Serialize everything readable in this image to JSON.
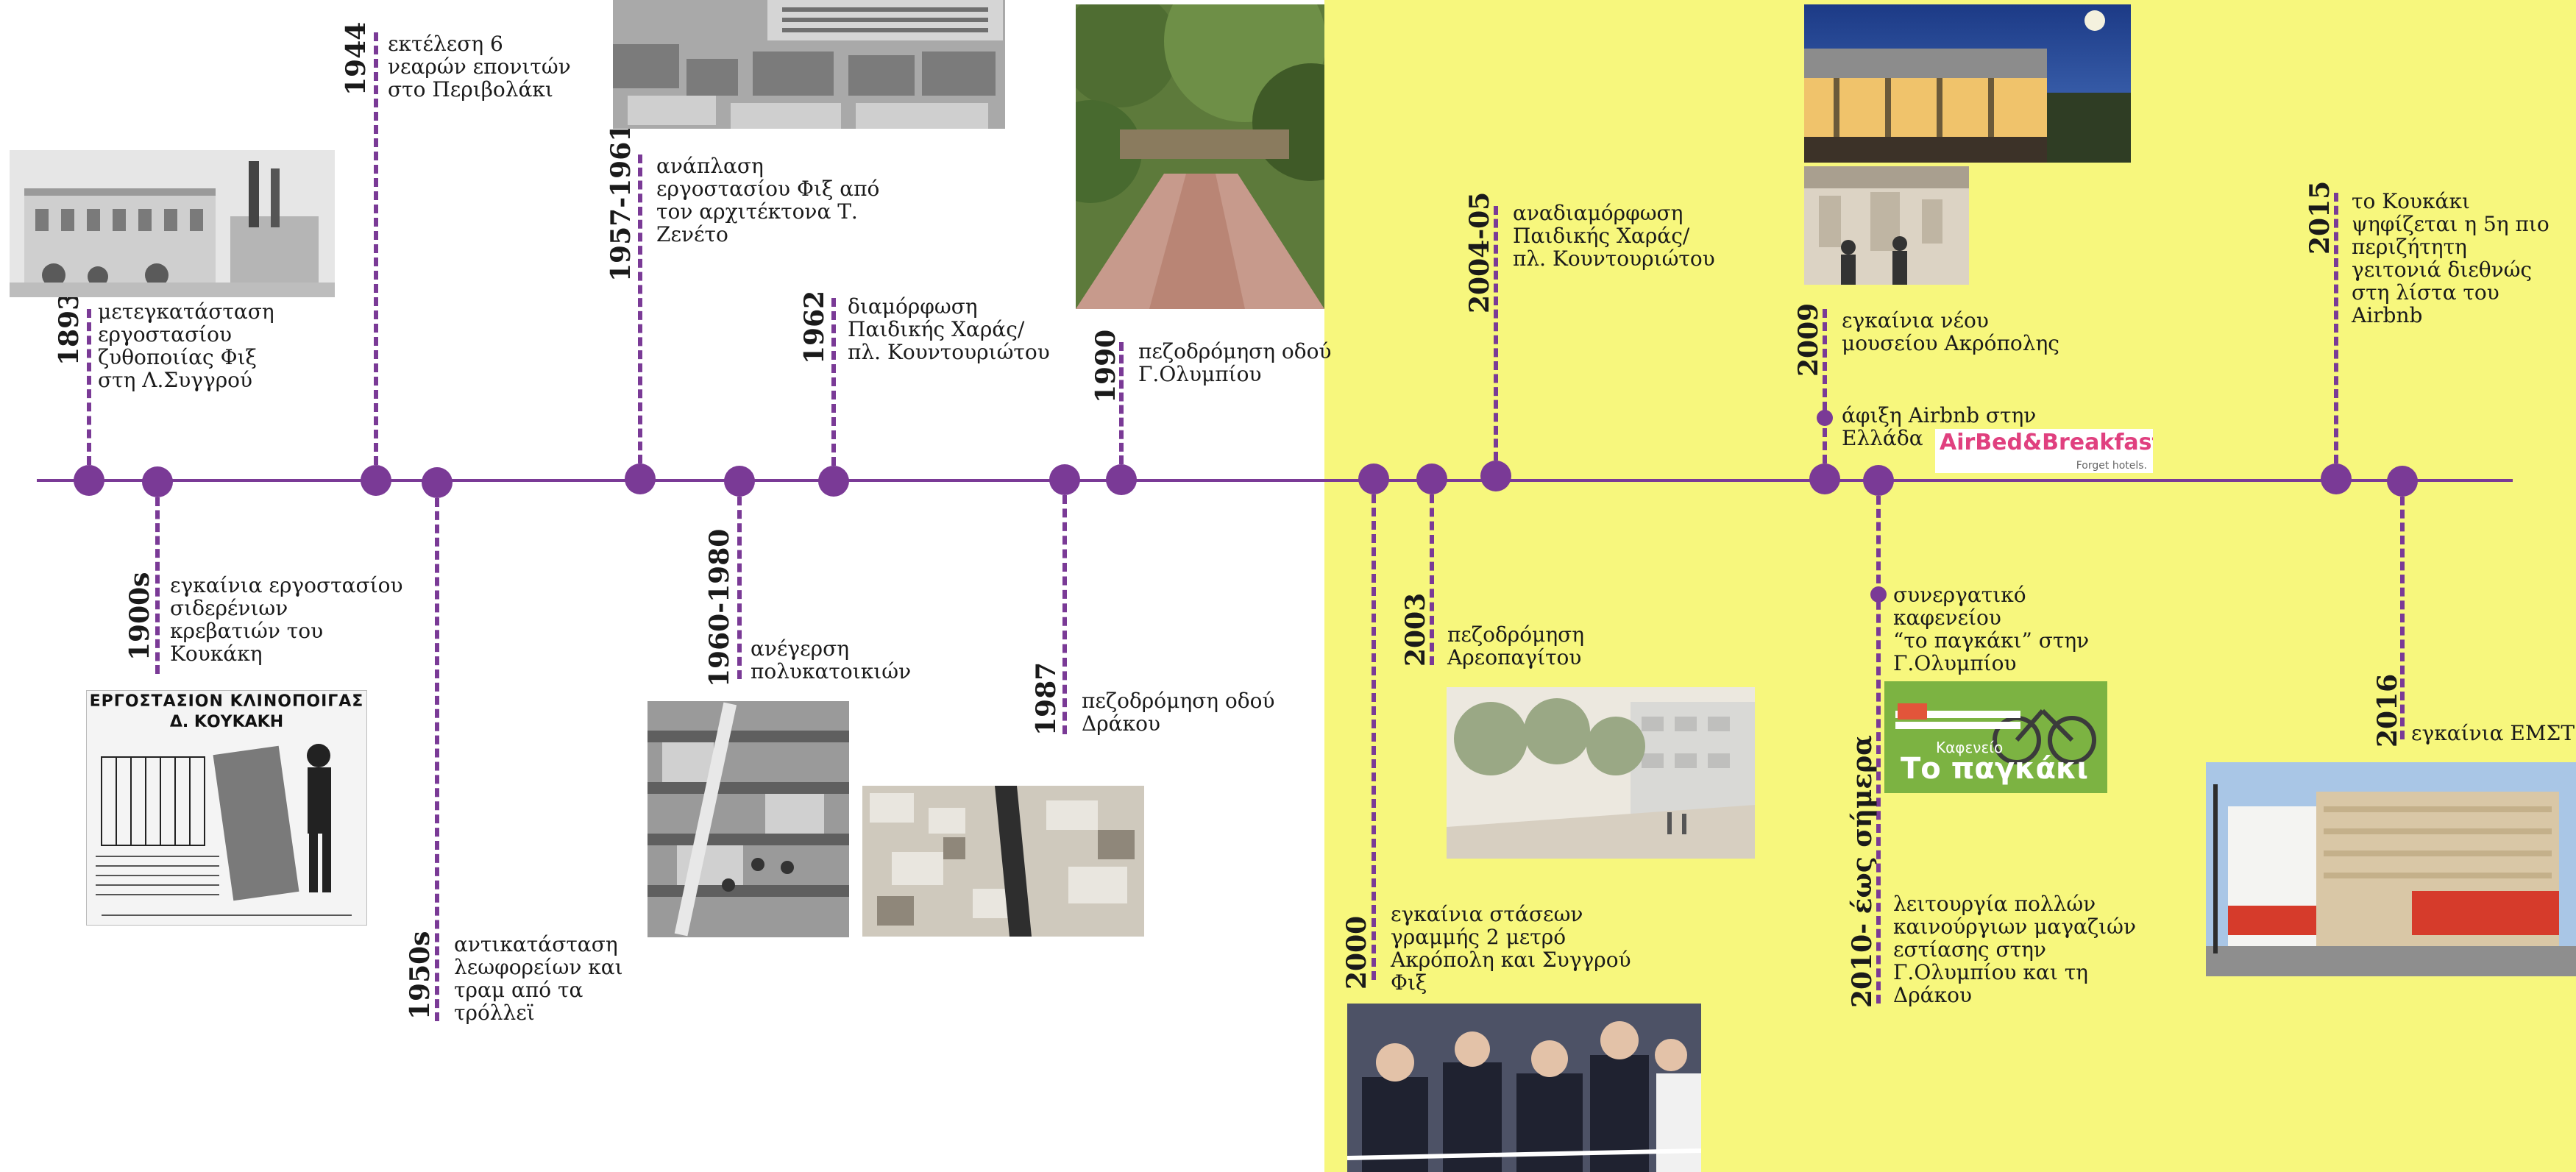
{
  "events": {
    "e1893": {
      "year": "1893",
      "text": "μετεγκατάσταση\nεργοστασίου\nζυθοποιίας Φιξ\nστη Λ.Συγγρού"
    },
    "e1900": {
      "year": "1900s",
      "text": "εγκαίνια εργοστασίου\nσιδερένιων\nκρεβατιών του\nΚουκάκη"
    },
    "e1944": {
      "year": "1944",
      "text": "εκτέλεση 6\nνεαρών επονιτών\nστο Περιβολάκι"
    },
    "e1950": {
      "year": "1950s",
      "text": "αντικατάσταση\nλεωφορείων και\nτραμ από τα\nτρόλλεϊ"
    },
    "e1957": {
      "year": "1957-1961",
      "text": "ανάπλαση\nεργοστασίου Φιξ από\nτον αρχιτέκτονα Τ.\nΖενέτο"
    },
    "e1960": {
      "year": "1960-1980",
      "text": "ανέγερση\nπολυκατοικιών"
    },
    "e1962": {
      "year": "1962",
      "text": "διαμόρφωση\nΠαιδικής Χαράς/\nπλ. Κουντουριώτου"
    },
    "e1987": {
      "year": "1987",
      "text": "πεζοδρόμηση οδού\nΔράκου"
    },
    "e1990": {
      "year": "1990",
      "text": "πεζοδρόμηση οδού\nΓ.Ολυμπίου"
    },
    "e2000": {
      "year": "2000",
      "text": "εγκαίνια στάσεων\nγραμμής 2 μετρό\nΑκρόπολη και Συγγρού\nΦιξ"
    },
    "e2003": {
      "year": "2003",
      "text": "πεζοδρόμηση\nΑρεοπαγίτου"
    },
    "e2004": {
      "year": "2004-05",
      "text": "αναδιαμόρφωση\nΠαιδικής Χαράς/\nπλ. Κουντουριώτου"
    },
    "e2009": {
      "year": "2009",
      "text": "εγκαίνια νέου\nμουσείου Ακρόπολης",
      "text2": "άφιξη Airbnb στην\nΕλλάδα"
    },
    "e2010": {
      "year": "2010- έως σήμερα",
      "text": "συνεργατικό\nκαφενείου\n“το παγκάκι” στην\nΓ.Ολυμπίου",
      "text2": "λειτουργία πολλών\nκαινούργιων μαγαζιών\nεστίασης στην\nΓ.Ολυμπίου και τη\nΔράκου"
    },
    "e2015": {
      "year": "2015",
      "text": "το Κουκάκι\nψηφίζεται η 5η πιο\nπεριζήτητη\nγειτονιά διεθνώς\nστη λίστα του\nAirbnb"
    },
    "e2016": {
      "year": "2016",
      "text": "εγκαίνια ΕΜΣΤ"
    }
  },
  "images": {
    "poster_title1": "ΕΡΓΟΣΤΑΣΙΟΝ ΚΛΙΝΟΠΟΙΓΑΣ",
    "poster_title2": "Δ. ΚΟΥΚΑΚΗ",
    "airbnb_logo": "AirBed&Breakfast",
    "airbnb_tagline": "Forget hotels.",
    "pagkaki_small": "Καφενείο",
    "pagkaki_big": "Το παγκάκι"
  },
  "colors": {
    "accent": "#7a3a96",
    "highlight": "#f7f77d",
    "airbnb_pink": "#e0407f",
    "airbnb_blue": "#2e6fd1",
    "pagkaki_green": "#7cb342"
  }
}
